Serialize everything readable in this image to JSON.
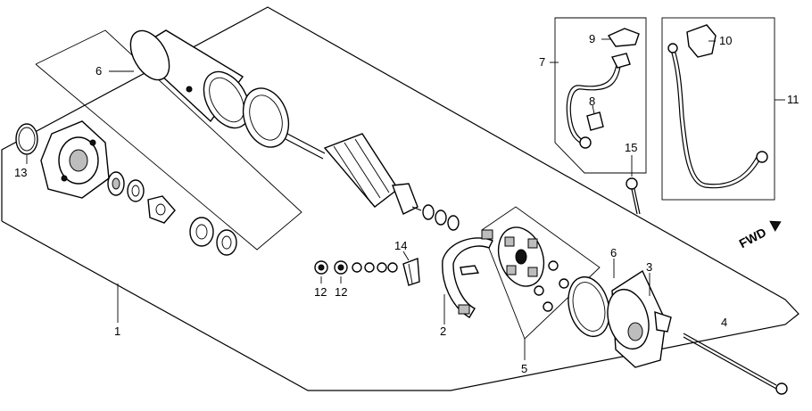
{
  "labels": {
    "l1": "1",
    "l2": "2",
    "l3": "3",
    "l4": "4",
    "l5": "5",
    "l6a": "6",
    "l6b": "6",
    "l7": "7",
    "l8": "8",
    "l9": "9",
    "l10": "10",
    "l11": "11",
    "l12a": "12",
    "l12b": "12",
    "l13": "13",
    "l14": "14",
    "l15": "15"
  },
  "fwd_label": "FWD"
}
